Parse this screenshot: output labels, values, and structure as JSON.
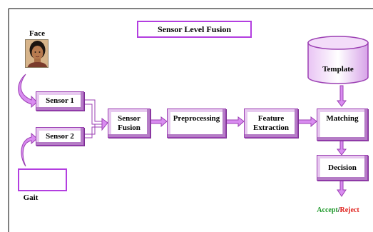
{
  "title": "Sensor Level Fusion",
  "face_label": "Face",
  "gait_label": "Gait",
  "sensor1": "Sensor 1",
  "sensor2": "Sensor 2",
  "sensor_fusion": [
    "Sensor",
    "Fusion"
  ],
  "preprocessing": "Preprocessing",
  "feature_extraction": [
    "Feature",
    "Extraction"
  ],
  "matching": "Matching",
  "template": "Template",
  "decision": "Decision",
  "result": {
    "accept": "Accept",
    "separator": "/",
    "reject": "Reject"
  },
  "colors": {
    "arrow_fill": "#d98cf0",
    "arrow_edge": "#9b3fb3",
    "border_accent": "#b33ee0",
    "accept": "#1f9a2b",
    "reject": "#e0201b"
  }
}
